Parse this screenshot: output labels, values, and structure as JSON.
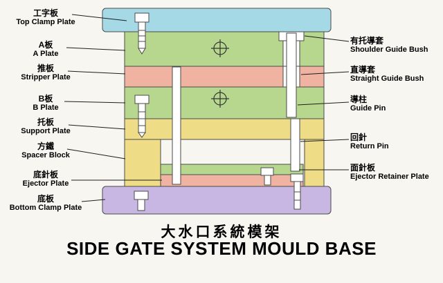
{
  "title": {
    "zh": "大水口系統模架",
    "en": "SIDE GATE SYSTEM MOULD BASE"
  },
  "labels": {
    "left": [
      {
        "zh": "工字板",
        "en": "Top Clamp Plate"
      },
      {
        "zh": "A板",
        "en": "A Plate"
      },
      {
        "zh": "推板",
        "en": "Stripper Plate"
      },
      {
        "zh": "B板",
        "en": "B Plate"
      },
      {
        "zh": "托板",
        "en": "Support Plate"
      },
      {
        "zh": "方鐵",
        "en": "Spacer Block"
      },
      {
        "zh": "底針板",
        "en": "Ejector Plate"
      },
      {
        "zh": "底板",
        "en": "Bottom Clamp Plate"
      }
    ],
    "right": [
      {
        "zh": "有托導套",
        "en": "Shoulder Guide Bush"
      },
      {
        "zh": "直導套",
        "en": "Straight Guide Bush"
      },
      {
        "zh": "導柱",
        "en": "Guide Pin"
      },
      {
        "zh": "回針",
        "en": "Return Pin"
      },
      {
        "zh": "面針板",
        "en": "Ejector Retainer Plate"
      }
    ]
  },
  "colors": {
    "top_clamp_plate": "#a5d9e6",
    "a_plate": "#b7d78f",
    "stripper_plate": "#f0b3a1",
    "b_plate": "#b7d78f",
    "support_plate": "#eedd86",
    "spacer_block": "#eedd86",
    "ejector_retainer_plate": "#b7d78f",
    "ejector_plate": "#f0b3a1",
    "bottom_clamp_plate": "#c9b7e3"
  }
}
